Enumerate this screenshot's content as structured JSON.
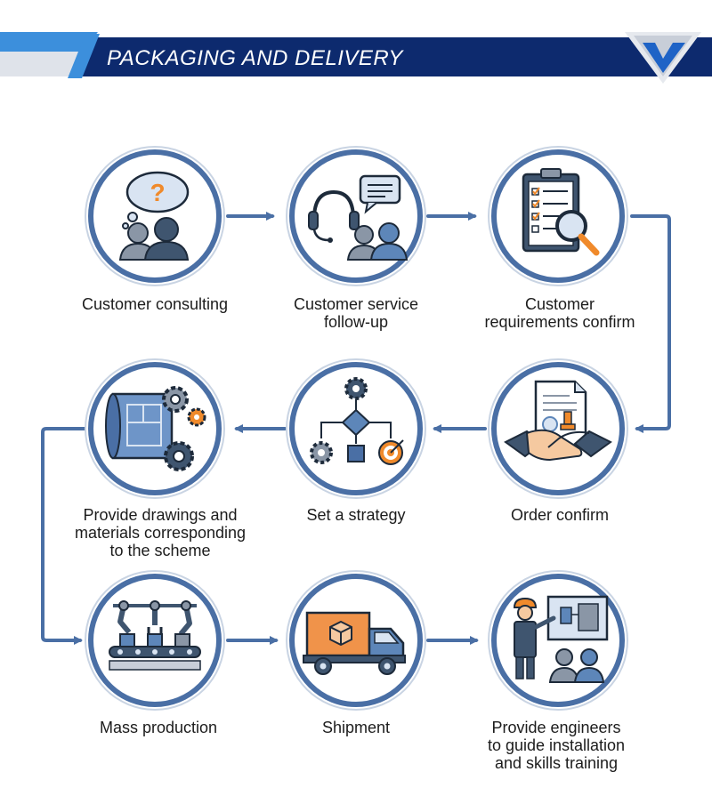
{
  "header": {
    "title": "PACKAGING AND DELIVERY",
    "colors": {
      "band_dark": "#0d2a6e",
      "band_light": "#3c8fdc",
      "node_ring": "#4a6fa5",
      "arrow": "#4a6fa5",
      "accent": "#f08a2b"
    }
  },
  "steps": [
    {
      "icon": "customer-question-icon",
      "lines": [
        "Customer consulting"
      ]
    },
    {
      "icon": "headset-chat-icon",
      "lines": [
        "Customer service",
        "follow-up"
      ]
    },
    {
      "icon": "clipboard-magnifier-icon",
      "lines": [
        "Customer",
        "requirements confirm"
      ]
    },
    {
      "icon": "handshake-contract-icon",
      "lines": [
        "Order confirm"
      ]
    },
    {
      "icon": "flowchart-strategy-icon",
      "lines": [
        "Set a strategy"
      ]
    },
    {
      "icon": "blueprint-gears-icon",
      "lines": [
        "Provide drawings and",
        "materials corresponding",
        "to the scheme"
      ]
    },
    {
      "icon": "robot-arm-assembly-icon",
      "lines": [
        "Mass production"
      ]
    },
    {
      "icon": "delivery-truck-icon",
      "lines": [
        "Shipment"
      ]
    },
    {
      "icon": "engineer-training-icon",
      "lines": [
        "Provide engineers",
        "to guide installation",
        "and skills training"
      ]
    }
  ]
}
